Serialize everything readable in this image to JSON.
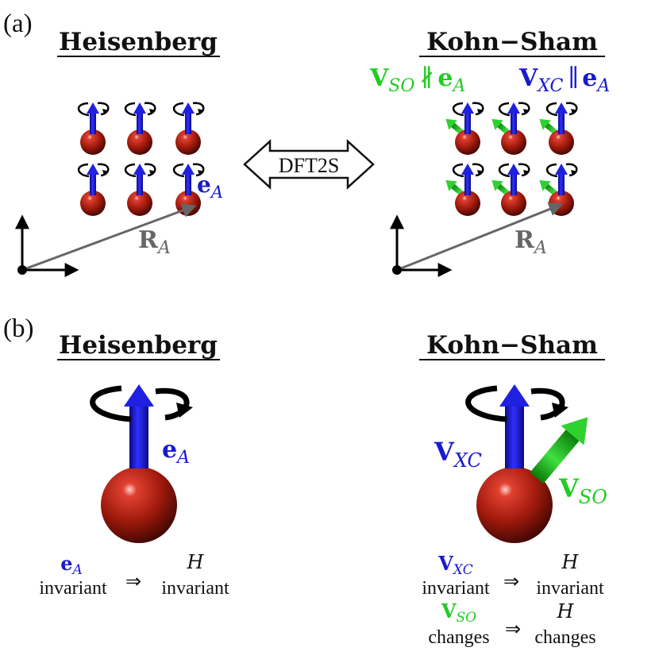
{
  "panels": {
    "a_label": "(a)",
    "b_label": "(b)"
  },
  "titles": {
    "heisenberg_a": "Heisenberg",
    "kohn_sham_a": "Kohn−Sham",
    "heisenberg_b": "Heisenberg",
    "kohn_sham_b": "Kohn−Sham"
  },
  "center_arrow_label": "DFT2S",
  "relations": {
    "vso_symbol": "V",
    "vso_sub": "SO",
    "not_parallel": "∦",
    "vxc_symbol": "V",
    "vxc_sub": "XC",
    "parallel": "∥",
    "e_symbol": "e",
    "e_sub": "A"
  },
  "labels_a": {
    "ea_symbol": "e",
    "ea_sub": "A",
    "ra_left_symbol": "R",
    "ra_left_sub": "A",
    "ra_right_symbol": "R",
    "ra_right_sub": "A"
  },
  "labels_b": {
    "ea_symbol": "e",
    "ea_sub": "A",
    "vxc_symbol": "V",
    "vxc_sub": "XC",
    "vso_symbol": "V",
    "vso_sub": "SO"
  },
  "implications": {
    "heis_top_symbol": "e",
    "heis_top_sub": "A",
    "heis_left": "invariant",
    "heis_arrow": "⇒",
    "heis_h": "H",
    "heis_right": "invariant",
    "ks1_top_symbol": "V",
    "ks1_top_sub": "XC",
    "ks1_left": "invariant",
    "ks1_arrow": "⇒",
    "ks1_h": "H",
    "ks1_right": "invariant",
    "ks2_top_symbol": "V",
    "ks2_top_sub": "SO",
    "ks2_left": "changes",
    "ks2_arrow": "⇒",
    "ks2_h": "H",
    "ks2_right": "changes"
  },
  "colors": {
    "blue": "#1a1acc",
    "green": "#22cc22",
    "sphere": "#a01a0c",
    "gray": "#666666",
    "black": "#000000"
  }
}
